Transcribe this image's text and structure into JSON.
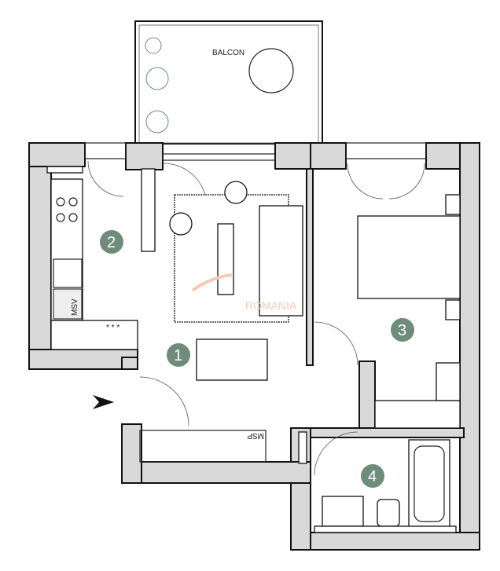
{
  "balcony": {
    "label": "BALCON"
  },
  "rooms": [
    {
      "number": "1"
    },
    {
      "number": "2"
    },
    {
      "number": "3"
    },
    {
      "number": "4"
    }
  ],
  "appliances": {
    "kitchen_washer": "MSV",
    "hall_washer": "MSP"
  },
  "watermark": {
    "text": "ROMANIA"
  },
  "colors": {
    "room_badge": "#6f8b79",
    "walls": "#d9d9d9",
    "watermark": "#f6c9b4"
  }
}
